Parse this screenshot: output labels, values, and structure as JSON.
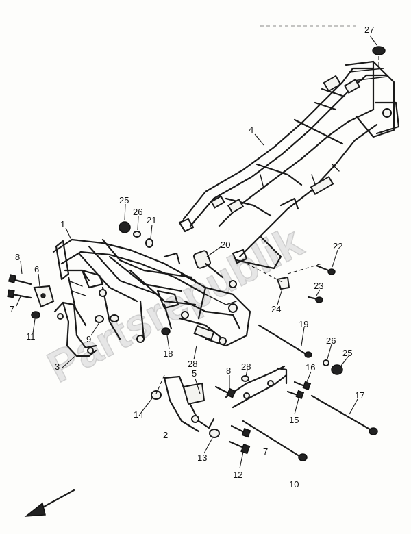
{
  "watermark_text": "Partsrepublik",
  "callouts": [
    {
      "id": "c1",
      "label": "1"
    },
    {
      "id": "c2",
      "label": "2"
    },
    {
      "id": "c3",
      "label": "3"
    },
    {
      "id": "c4",
      "label": "4"
    },
    {
      "id": "c5",
      "label": "5"
    },
    {
      "id": "c6",
      "label": "6"
    },
    {
      "id": "c7a",
      "label": "7"
    },
    {
      "id": "c7b",
      "label": "7"
    },
    {
      "id": "c8a",
      "label": "8"
    },
    {
      "id": "c8b",
      "label": "8"
    },
    {
      "id": "c9",
      "label": "9"
    },
    {
      "id": "c10",
      "label": "10"
    },
    {
      "id": "c11",
      "label": "11"
    },
    {
      "id": "c12",
      "label": "12"
    },
    {
      "id": "c13",
      "label": "13"
    },
    {
      "id": "c14",
      "label": "14"
    },
    {
      "id": "c15",
      "label": "15"
    },
    {
      "id": "c16",
      "label": "16"
    },
    {
      "id": "c17",
      "label": "17"
    },
    {
      "id": "c18",
      "label": "18"
    },
    {
      "id": "c19",
      "label": "19"
    },
    {
      "id": "c20",
      "label": "20"
    },
    {
      "id": "c21",
      "label": "21"
    },
    {
      "id": "c22",
      "label": "22"
    },
    {
      "id": "c23",
      "label": "23"
    },
    {
      "id": "c24",
      "label": "24"
    },
    {
      "id": "c25a",
      "label": "25"
    },
    {
      "id": "c25b",
      "label": "25"
    },
    {
      "id": "c26a",
      "label": "26"
    },
    {
      "id": "c26b",
      "label": "26"
    },
    {
      "id": "c27",
      "label": "27"
    },
    {
      "id": "c28a",
      "label": "28"
    },
    {
      "id": "c28b",
      "label": "28"
    }
  ]
}
